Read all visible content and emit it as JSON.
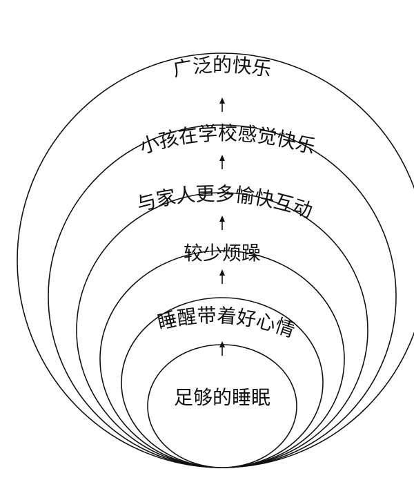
{
  "diagram": {
    "levels": [
      {
        "label": "足够的睡眠"
      },
      {
        "label": "睡醒带着好心情"
      },
      {
        "label": "较少烦躁"
      },
      {
        "label": "与家人更多愉快互动"
      },
      {
        "label": "小孩在学校感觉快乐"
      },
      {
        "label": "广泛的快乐"
      }
    ],
    "arrow_glyph": "↑",
    "colors": {
      "stroke": "#111111",
      "fill": "#ffffff"
    }
  }
}
